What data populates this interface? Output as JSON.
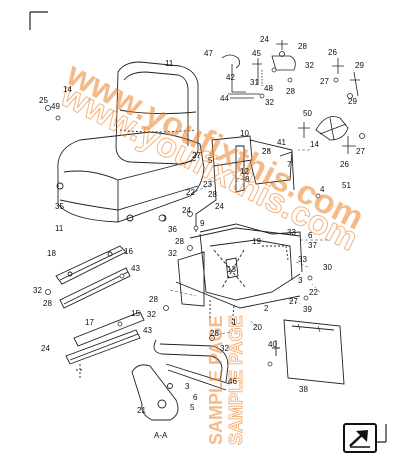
{
  "watermark": {
    "main_text": "www.youfixthis.com",
    "side_text": "SAMPLE PAGE"
  },
  "section_label": "A-A",
  "callouts": [
    {
      "id": "c24a",
      "text": "24"
    },
    {
      "id": "c28a",
      "text": "28"
    },
    {
      "id": "c47",
      "text": "47"
    },
    {
      "id": "c45",
      "text": "45"
    },
    {
      "id": "c32a",
      "text": "32"
    },
    {
      "id": "c26a",
      "text": "26"
    },
    {
      "id": "c29a",
      "text": "29"
    },
    {
      "id": "c11a",
      "text": "11"
    },
    {
      "id": "c14a",
      "text": "14"
    },
    {
      "id": "c42",
      "text": "42"
    },
    {
      "id": "c31",
      "text": "31"
    },
    {
      "id": "c48",
      "text": "48"
    },
    {
      "id": "c28b",
      "text": "28"
    },
    {
      "id": "c27a",
      "text": "27"
    },
    {
      "id": "c25",
      "text": "25"
    },
    {
      "id": "c49",
      "text": "49"
    },
    {
      "id": "c44",
      "text": "44"
    },
    {
      "id": "c32b",
      "text": "32"
    },
    {
      "id": "c29b",
      "text": "29"
    },
    {
      "id": "c50",
      "text": "50"
    },
    {
      "id": "c10",
      "text": "10"
    },
    {
      "id": "c41",
      "text": "41"
    },
    {
      "id": "c28c",
      "text": "28"
    },
    {
      "id": "c14b",
      "text": "14"
    },
    {
      "id": "c27b",
      "text": "27"
    },
    {
      "id": "c5a",
      "text": "5"
    },
    {
      "id": "c27c",
      "text": "27"
    },
    {
      "id": "c12",
      "text": "12"
    },
    {
      "id": "c8",
      "text": "8"
    },
    {
      "id": "c26b",
      "text": "26"
    },
    {
      "id": "c23",
      "text": "23"
    },
    {
      "id": "c7",
      "text": "7"
    },
    {
      "id": "c22a",
      "text": "22"
    },
    {
      "id": "c28d",
      "text": "28"
    },
    {
      "id": "c4",
      "text": "4"
    },
    {
      "id": "c51",
      "text": "51"
    },
    {
      "id": "c35",
      "text": "35"
    },
    {
      "id": "c11b",
      "text": "11"
    },
    {
      "id": "c24b",
      "text": "24"
    },
    {
      "id": "c24c",
      "text": "24"
    },
    {
      "id": "c36",
      "text": "36"
    },
    {
      "id": "c9",
      "text": "9"
    },
    {
      "id": "c28e",
      "text": "28"
    },
    {
      "id": "c33a",
      "text": "33"
    },
    {
      "id": "c6a",
      "text": "6"
    },
    {
      "id": "c19",
      "text": "19"
    },
    {
      "id": "c37",
      "text": "37"
    },
    {
      "id": "c18",
      "text": "18"
    },
    {
      "id": "c16",
      "text": "16"
    },
    {
      "id": "c32c",
      "text": "32"
    },
    {
      "id": "c13",
      "text": "13"
    },
    {
      "id": "c33b",
      "text": "33"
    },
    {
      "id": "c43a",
      "text": "43"
    },
    {
      "id": "c30",
      "text": "30"
    },
    {
      "id": "c32d",
      "text": "32"
    },
    {
      "id": "c28f",
      "text": "28"
    },
    {
      "id": "c3a",
      "text": "3"
    },
    {
      "id": "c27d",
      "text": "27"
    },
    {
      "id": "c22b",
      "text": "22"
    },
    {
      "id": "c2",
      "text": "2"
    },
    {
      "id": "c28g",
      "text": "28"
    },
    {
      "id": "c32e",
      "text": "32"
    },
    {
      "id": "c15",
      "text": "15"
    },
    {
      "id": "c17",
      "text": "17"
    },
    {
      "id": "c1",
      "text": "1"
    },
    {
      "id": "c43b",
      "text": "43"
    },
    {
      "id": "c39",
      "text": "39"
    },
    {
      "id": "c20",
      "text": "20"
    },
    {
      "id": "c28h",
      "text": "28"
    },
    {
      "id": "c24d",
      "text": "24"
    },
    {
      "id": "c32f",
      "text": "32"
    },
    {
      "id": "c40",
      "text": "40"
    },
    {
      "id": "c3b",
      "text": "3"
    },
    {
      "id": "c46",
      "text": "46"
    },
    {
      "id": "c38",
      "text": "38"
    },
    {
      "id": "c6b",
      "text": "6"
    },
    {
      "id": "c5b",
      "text": "5"
    },
    {
      "id": "c21",
      "text": "21"
    }
  ],
  "nav": {
    "icon": "arrow-next-icon"
  }
}
